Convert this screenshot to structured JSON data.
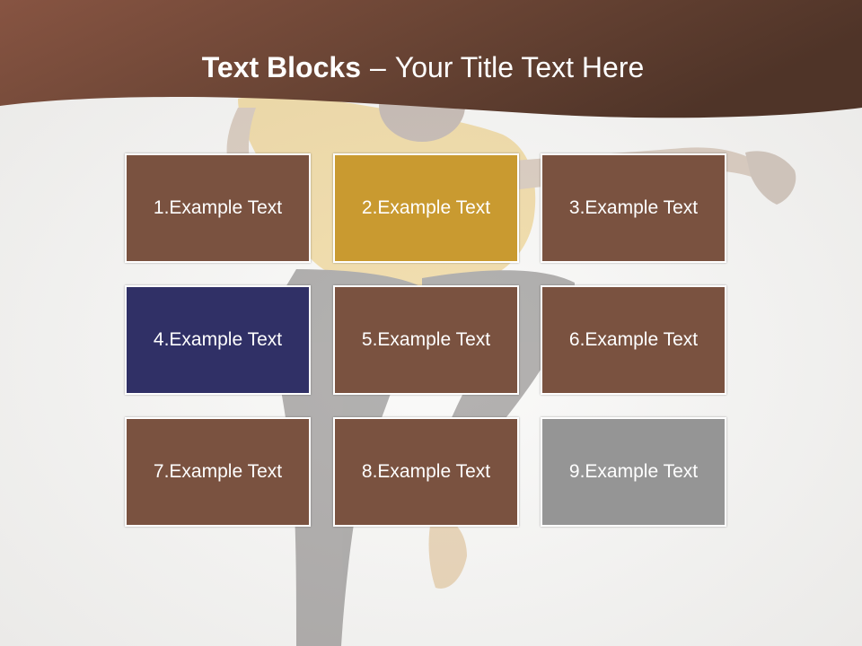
{
  "colors": {
    "header": "#6b4535",
    "block_default": "#7a5240",
    "block_gold": "#c99a30",
    "block_navy": "#303066",
    "block_gray": "#959595"
  },
  "slide": {
    "title_bold": "Text Blocks",
    "title_separator": "–",
    "title_rest": "Your Title Text Here"
  },
  "blocks": [
    {
      "label": "1.Example Text",
      "color": "#7a5240"
    },
    {
      "label": "2.Example Text",
      "color": "#c99a30"
    },
    {
      "label": "3.Example Text",
      "color": "#7a5240"
    },
    {
      "label": "4.Example Text",
      "color": "#303066"
    },
    {
      "label": "5.Example Text",
      "color": "#7a5240"
    },
    {
      "label": "6.Example Text",
      "color": "#7a5240"
    },
    {
      "label": "7.Example Text",
      "color": "#7a5240"
    },
    {
      "label": "8.Example Text",
      "color": "#7a5240"
    },
    {
      "label": "9.Example Text",
      "color": "#959595"
    }
  ]
}
